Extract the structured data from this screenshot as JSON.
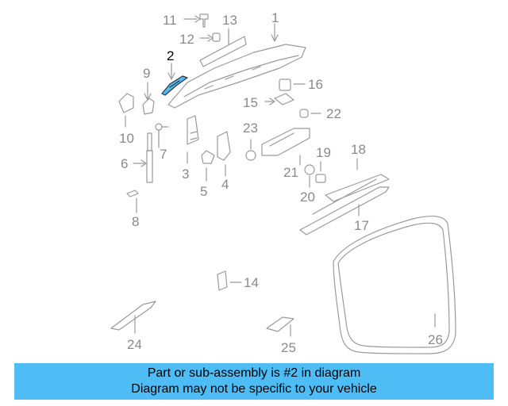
{
  "diagram": {
    "callouts": [
      "1",
      "2",
      "3",
      "4",
      "5",
      "6",
      "7",
      "8",
      "9",
      "10",
      "11",
      "12",
      "13",
      "14",
      "15",
      "16",
      "17",
      "18",
      "19",
      "20",
      "21",
      "22",
      "23",
      "24",
      "25",
      "26"
    ],
    "highlighted_part": "2",
    "colors": {
      "part_line": "#9a9a9a",
      "highlight": "#4fbdf5",
      "label": "#8a8a8a",
      "active_label": "#000000"
    }
  },
  "footer": {
    "line1": "Part or sub-assembly is #2 in diagram",
    "line2": "Diagram may not be specific to your vehicle",
    "background": "#4fbdf5"
  }
}
